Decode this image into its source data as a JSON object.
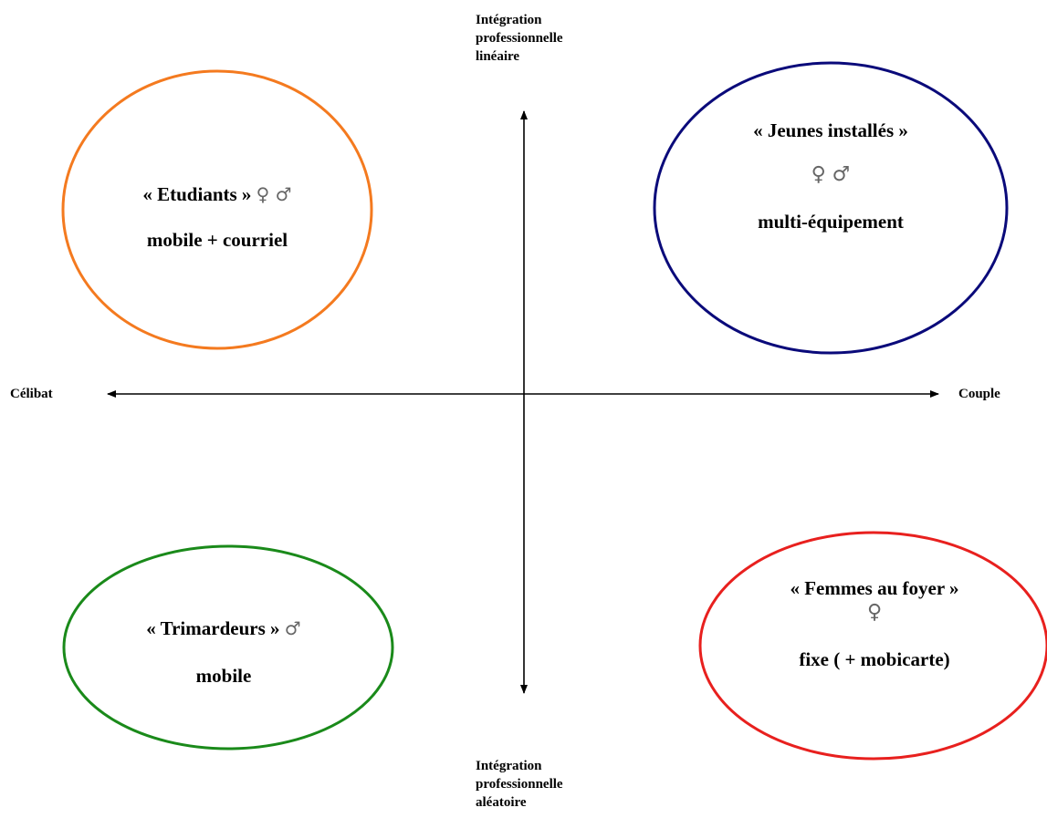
{
  "axes": {
    "top_label": [
      "Intégration",
      "professionnelle",
      "linéaire"
    ],
    "bottom_label": [
      "Intégration",
      "professionnelle",
      "aléatoire"
    ],
    "left_label": "Célibat",
    "right_label": "Couple"
  },
  "clusters": {
    "etudiants": {
      "name": "« Etudiants »",
      "symbols": "♀ ♂",
      "equipment": "mobile + courriel",
      "color": "#F47A1F"
    },
    "jeunes_installes": {
      "name": "« Jeunes installés »",
      "symbols": "♀ ♂",
      "equipment": "multi-équipement",
      "color": "#0A0A7A"
    },
    "trimardeurs": {
      "name": "« Trimardeurs »",
      "symbols": "♂",
      "equipment": "mobile",
      "color": "#1A8A1A"
    },
    "femmes_au_foyer": {
      "name": "« Femmes au foyer »",
      "symbols": "♀",
      "equipment": "fixe ( + mobicarte)",
      "color": "#E8201E"
    }
  }
}
